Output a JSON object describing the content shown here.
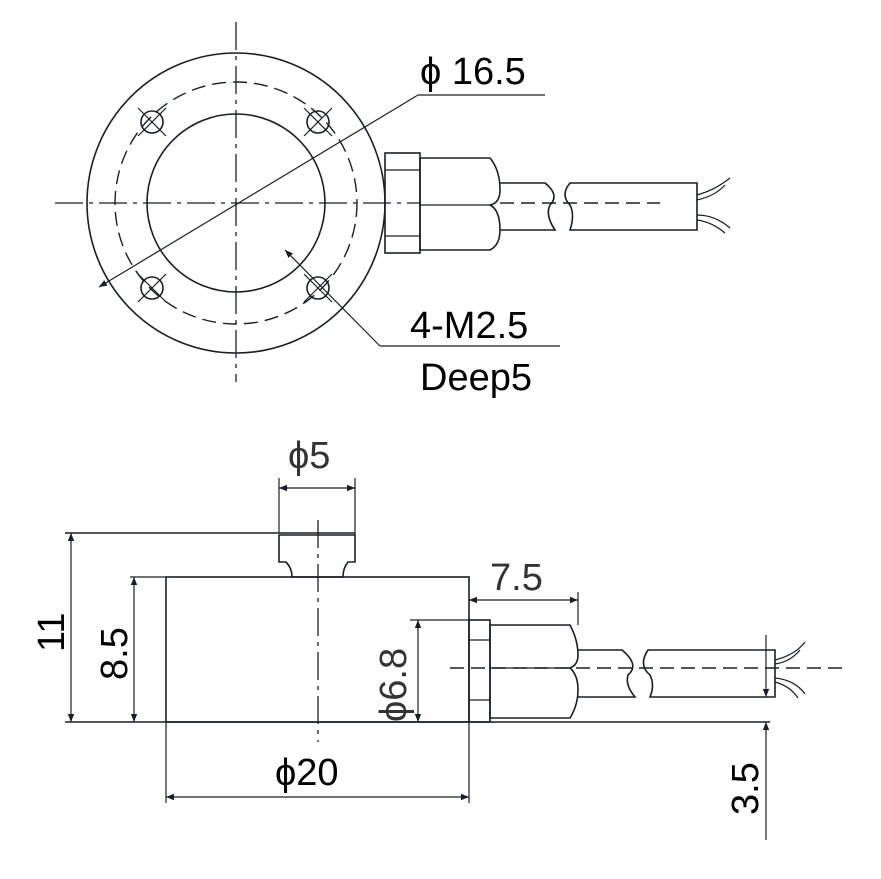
{
  "top_view": {
    "outer_dia_label": "ϕ 16.5",
    "thread_label": "4-M2.5",
    "depth_label": "Deep5"
  },
  "side_view": {
    "pin_dia_label": "ϕ5",
    "height_total_label": "11",
    "body_height_label": "8.5",
    "connector_length_label": "7.5",
    "connector_dia_label": "ϕ6.8",
    "body_dia_label": "ϕ20",
    "cable_offset_label": "3.5"
  },
  "colors": {
    "line": "#1a1f24",
    "background": "#ffffff"
  }
}
